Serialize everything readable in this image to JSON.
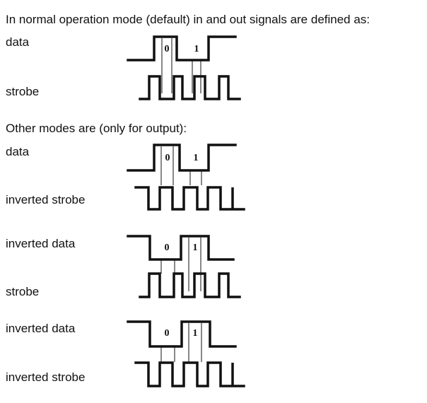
{
  "intro": "In normal operation mode (default) in and out signals are defined as:",
  "other_modes": "Other modes are (only for output):",
  "signals": {
    "data": "data",
    "strobe": "strobe",
    "inverted_strobe": "inverted strobe",
    "inverted_data": "inverted data"
  },
  "bits": {
    "zero": "0",
    "one": "1"
  },
  "colors": {
    "line": "#111111",
    "background": "#ffffff"
  }
}
